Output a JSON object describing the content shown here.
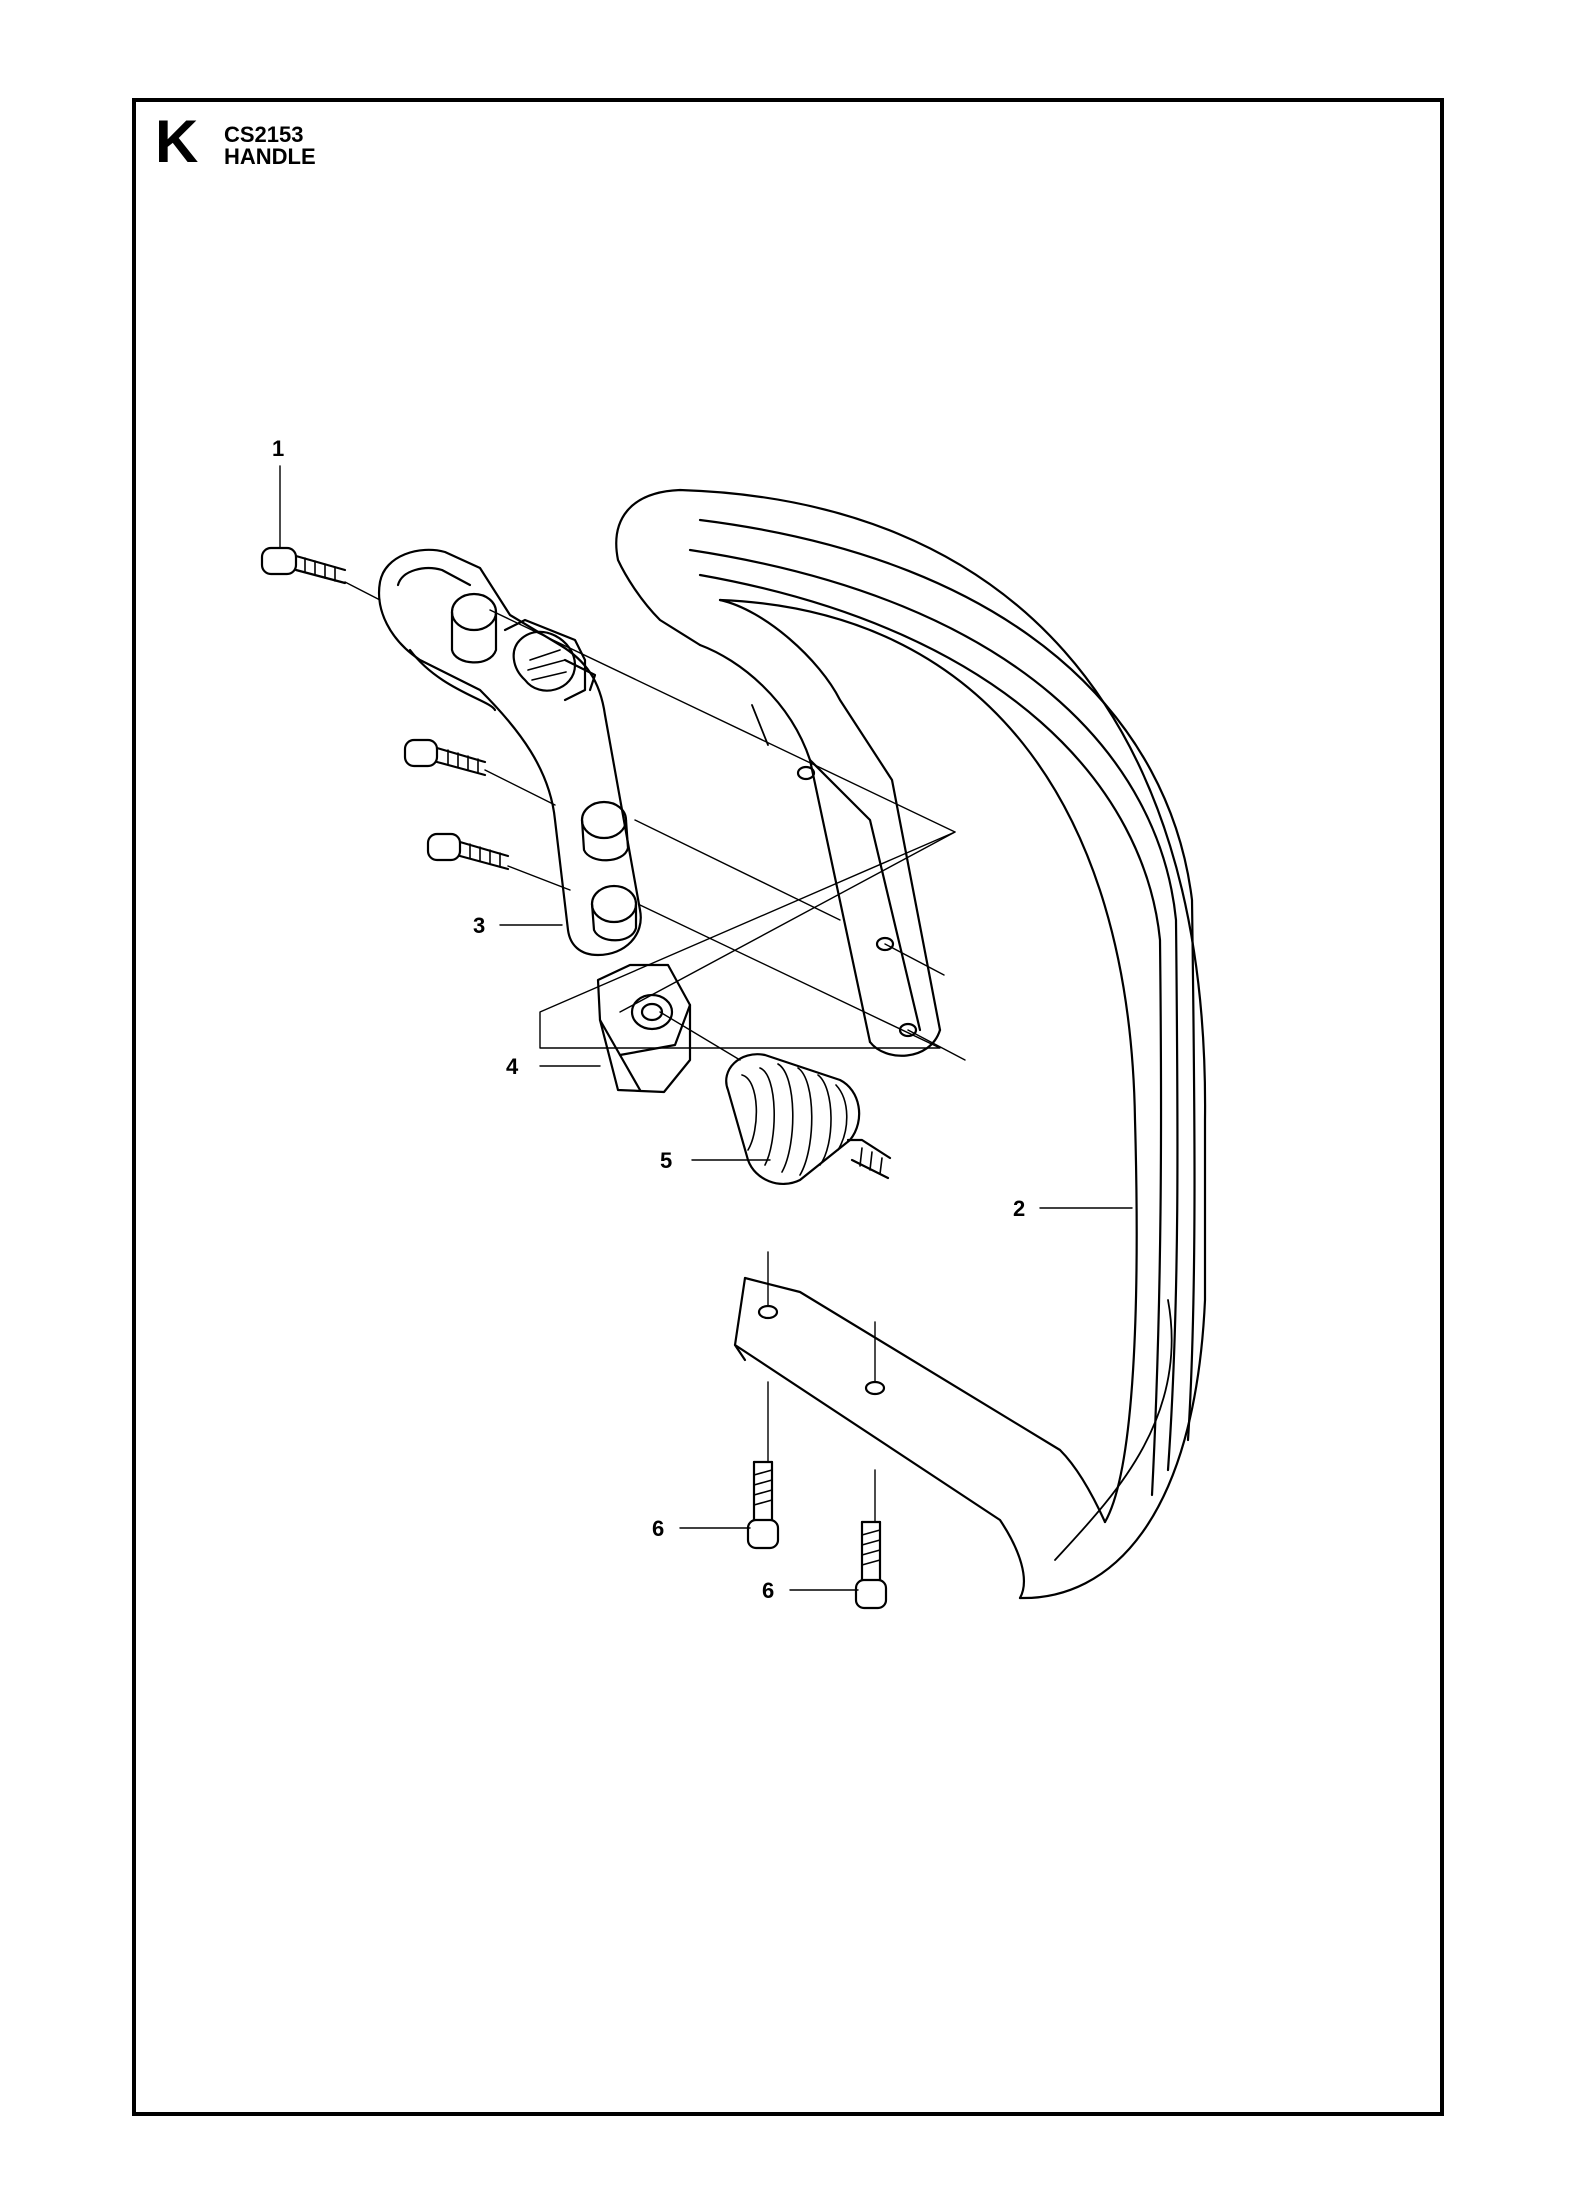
{
  "header": {
    "section_letter": "K",
    "model_code": "CS2153",
    "section_title": "HANDLE"
  },
  "callouts": [
    {
      "id": "c1",
      "label": "1",
      "part": "screw"
    },
    {
      "id": "c2",
      "label": "2",
      "part": "front-handle"
    },
    {
      "id": "c3",
      "label": "3",
      "part": "handle-bracket"
    },
    {
      "id": "c4",
      "label": "4",
      "part": "vibration-damper-holder"
    },
    {
      "id": "c5",
      "label": "5",
      "part": "vibration-damper-spring"
    },
    {
      "id": "c6a",
      "label": "6",
      "part": "screw"
    },
    {
      "id": "c6b",
      "label": "6",
      "part": "screw"
    }
  ]
}
